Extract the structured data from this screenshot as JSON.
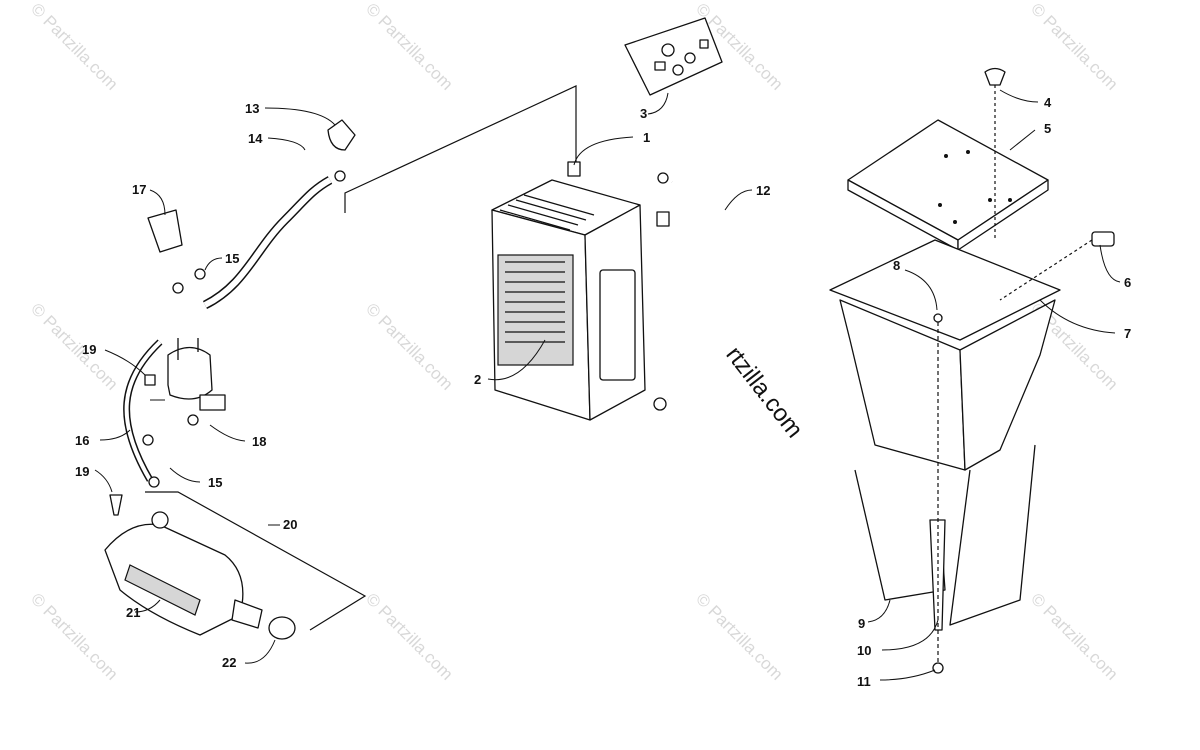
{
  "watermark": {
    "tile_text": "© Partzilla.com",
    "center_text": "© Partzilla.com"
  },
  "callouts": {
    "p1": "1",
    "p2": "2",
    "p3": "3",
    "p4": "4",
    "p5": "5",
    "p6": "6",
    "p7": "7",
    "p8": "8",
    "p9": "9",
    "p10": "10",
    "p11": "11",
    "p12": "12",
    "p13": "13",
    "p14": "14",
    "p15a": "15",
    "p15b": "15",
    "p16": "16",
    "p17": "17",
    "p18": "18",
    "p19a": "19",
    "p19b": "19",
    "p20": "20",
    "p21": "21",
    "p22": "22"
  },
  "colors": {
    "line": "#111111",
    "shade": "#d6d6d6",
    "watermark": "#d8d8d8"
  }
}
